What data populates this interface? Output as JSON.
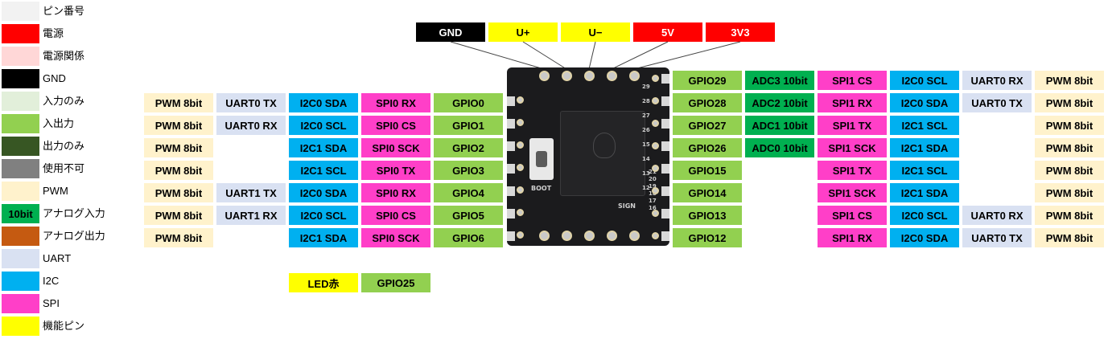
{
  "colors": {
    "pin": "#f2f2f2",
    "power": "#ff0000",
    "power_rel": "#ffd7d7",
    "gnd": "#000000",
    "in_only": "#e2efda",
    "io": "#92d050",
    "out_only": "#375623",
    "na": "#808080",
    "pwm": "#fff2cc",
    "adc": "#00b050",
    "dac": "#c55a11",
    "uart": "#d9e1f2",
    "i2c": "#00b0f0",
    "spi": "#ff3fc8",
    "func": "#ffff00"
  },
  "legend": [
    {
      "label": "ピン番号",
      "color": "pin",
      "text": ""
    },
    {
      "label": "電源",
      "color": "power",
      "text": ""
    },
    {
      "label": "電源関係",
      "color": "power_rel",
      "text": ""
    },
    {
      "label": "GND",
      "color": "gnd",
      "text": ""
    },
    {
      "label": "入力のみ",
      "color": "in_only",
      "text": ""
    },
    {
      "label": "入出力",
      "color": "io",
      "text": ""
    },
    {
      "label": "出力のみ",
      "color": "out_only",
      "text": ""
    },
    {
      "label": "使用不可",
      "color": "na",
      "text": ""
    },
    {
      "label": "PWM",
      "color": "pwm",
      "text": ""
    },
    {
      "label": "アナログ入力",
      "color": "adc",
      "text": "10bit"
    },
    {
      "label": "アナログ出力",
      "color": "dac",
      "text": ""
    },
    {
      "label": "UART",
      "color": "uart",
      "text": ""
    },
    {
      "label": "I2C",
      "color": "i2c",
      "text": ""
    },
    {
      "label": "SPI",
      "color": "spi",
      "text": ""
    },
    {
      "label": "機能ピン",
      "color": "func",
      "text": ""
    }
  ],
  "top_pins": [
    {
      "label": "GND",
      "bg": "#000000",
      "fg": "#ffffff"
    },
    {
      "label": "U+",
      "bg": "#ffff00",
      "fg": "#000000"
    },
    {
      "label": "U−",
      "bg": "#ffff00",
      "fg": "#000000"
    },
    {
      "label": "5V",
      "bg": "#ff0000",
      "fg": "#ffffff"
    },
    {
      "label": "3V3",
      "bg": "#ff0000",
      "fg": "#ffffff"
    }
  ],
  "left_rows": [
    [
      "PWM 8bit",
      "UART0 TX",
      "I2C0 SDA",
      "SPI0 RX",
      "GPIO0"
    ],
    [
      "PWM 8bit",
      "UART0 RX",
      "I2C0 SCL",
      "SPI0 CS",
      "GPIO1"
    ],
    [
      "PWM 8bit",
      "",
      "I2C1 SDA",
      "SPI0 SCK",
      "GPIO2"
    ],
    [
      "PWM 8bit",
      "",
      "I2C1 SCL",
      "SPI0 TX",
      "GPIO3"
    ],
    [
      "PWM 8bit",
      "UART1 TX",
      "I2C0 SDA",
      "SPI0 RX",
      "GPIO4"
    ],
    [
      "PWM 8bit",
      "UART1 RX",
      "I2C0 SCL",
      "SPI0 CS",
      "GPIO5"
    ],
    [
      "PWM 8bit",
      "",
      "I2C1 SDA",
      "SPI0 SCK",
      "GPIO6"
    ]
  ],
  "right_rows": [
    [
      "GPIO29",
      "ADC3 10bit",
      "SPI1 CS",
      "I2C0 SCL",
      "UART0 RX",
      "PWM 8bit"
    ],
    [
      "GPIO28",
      "ADC2 10bit",
      "SPI1 RX",
      "I2C0 SDA",
      "UART0 TX",
      "PWM 8bit"
    ],
    [
      "GPIO27",
      "ADC1 10bit",
      "SPI1 TX",
      "I2C1 SCL",
      "",
      "PWM 8bit"
    ],
    [
      "GPIO26",
      "ADC0 10bit",
      "SPI1 SCK",
      "I2C1 SDA",
      "",
      "PWM 8bit"
    ],
    [
      "GPIO15",
      "",
      "SPI1 TX",
      "I2C1 SCL",
      "",
      "PWM 8bit"
    ],
    [
      "GPIO14",
      "",
      "SPI1 SCK",
      "I2C1 SDA",
      "",
      "PWM 8bit"
    ],
    [
      "GPIO13",
      "",
      "SPI1 CS",
      "I2C0 SCL",
      "UART0 RX",
      "PWM 8bit"
    ],
    [
      "GPIO12",
      "",
      "SPI1 RX",
      "I2C0 SDA",
      "UART0 TX",
      "PWM 8bit"
    ]
  ],
  "extra_row": [
    "LED赤",
    "GPIO25"
  ],
  "board": {
    "button_label": "BOOT",
    "model_label": "SIGN",
    "pin_numbers": [
      "29",
      "28",
      "27",
      "26",
      "15",
      "14",
      "13",
      "12",
      "21",
      "20",
      "19",
      "18",
      "17",
      "16"
    ]
  }
}
